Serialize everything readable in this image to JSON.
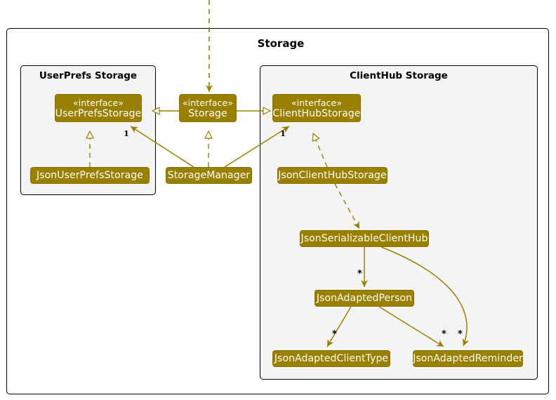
{
  "diagram": {
    "type": "uml-class-diagram",
    "accent_color": "#9a8000",
    "frame_fill": "#f4f4f4",
    "canvas_background": "#ffffff",
    "outer_frame": {
      "title": "Storage"
    },
    "packages": [
      {
        "id": "userprefs",
        "title": "UserPrefs Storage"
      },
      {
        "id": "clienthub",
        "title": "ClientHub Storage"
      }
    ],
    "nodes": [
      {
        "id": "userPrefsStorage",
        "stereotype": "«interface»",
        "name": "UserPrefsStorage"
      },
      {
        "id": "storage",
        "stereotype": "«interface»",
        "name": "Storage"
      },
      {
        "id": "clientHubStorage",
        "stereotype": "«interface»",
        "name": "ClientHubStorage"
      },
      {
        "id": "jsonUserPrefsStorage",
        "stereotype": "",
        "name": "JsonUserPrefsStorage"
      },
      {
        "id": "storageManager",
        "stereotype": "",
        "name": "StorageManager"
      },
      {
        "id": "jsonClientHubStorage",
        "stereotype": "",
        "name": "JsonClientHubStorage"
      },
      {
        "id": "jsonSerializableClientHub",
        "stereotype": "",
        "name": "JsonSerializableClientHub"
      },
      {
        "id": "jsonAdaptedPerson",
        "stereotype": "",
        "name": "JsonAdaptedPerson"
      },
      {
        "id": "jsonAdaptedClientType",
        "stereotype": "",
        "name": "JsonAdaptedClientType"
      },
      {
        "id": "jsonAdaptedReminder",
        "stereotype": "",
        "name": "JsonAdaptedReminder"
      }
    ],
    "multiplicities": [
      {
        "id": "m-userprefs",
        "label": "1"
      },
      {
        "id": "m-clienthub",
        "label": "1"
      },
      {
        "id": "m-person",
        "label": "*"
      },
      {
        "id": "m-clienttype",
        "label": "*"
      },
      {
        "id": "m-reminder-person",
        "label": "*"
      },
      {
        "id": "m-reminder-hub",
        "label": "*"
      }
    ],
    "edges": [
      {
        "from": "external-top",
        "to": "storage",
        "kind": "realization-dashed"
      },
      {
        "from": "storage",
        "to": "userPrefsStorage",
        "kind": "generalization-hollow"
      },
      {
        "from": "storage",
        "to": "clientHubStorage",
        "kind": "generalization-hollow"
      },
      {
        "from": "jsonUserPrefsStorage",
        "to": "userPrefsStorage",
        "kind": "realization-dashed"
      },
      {
        "from": "storageManager",
        "to": "storage",
        "kind": "realization-dashed"
      },
      {
        "from": "storageManager",
        "to": "userPrefsStorage",
        "kind": "association",
        "multiplicity": "1"
      },
      {
        "from": "storageManager",
        "to": "clientHubStorage",
        "kind": "association",
        "multiplicity": "1"
      },
      {
        "from": "jsonClientHubStorage",
        "to": "clientHubStorage",
        "kind": "realization-dashed"
      },
      {
        "from": "jsonClientHubStorage",
        "to": "jsonSerializableClientHub",
        "kind": "association-dashed"
      },
      {
        "from": "jsonSerializableClientHub",
        "to": "jsonAdaptedPerson",
        "kind": "association",
        "multiplicity": "*"
      },
      {
        "from": "jsonSerializableClientHub",
        "to": "jsonAdaptedReminder",
        "kind": "association-curved",
        "multiplicity": "*"
      },
      {
        "from": "jsonAdaptedPerson",
        "to": "jsonAdaptedClientType",
        "kind": "association",
        "multiplicity": "*"
      },
      {
        "from": "jsonAdaptedPerson",
        "to": "jsonAdaptedReminder",
        "kind": "association",
        "multiplicity": "*"
      }
    ]
  }
}
